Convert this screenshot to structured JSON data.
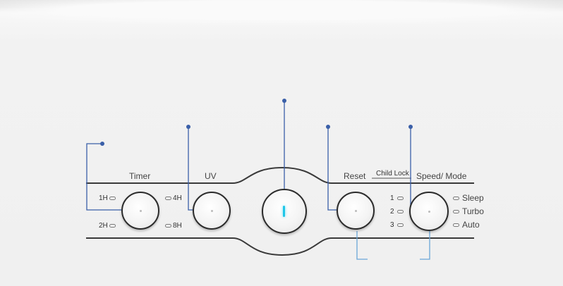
{
  "panel": {
    "timer": {
      "label": "Timer",
      "opt_1h": "1H",
      "opt_2h": "2H",
      "opt_4h": "4H",
      "opt_8h": "8H"
    },
    "uv": {
      "label": "UV"
    },
    "power": {
      "indicator_color": "#1ec6e8"
    },
    "reset": {
      "label": "Reset"
    },
    "child_lock": {
      "label": "Child Lock"
    },
    "speed_mode": {
      "label": "Speed/ Mode",
      "speeds": [
        "1",
        "2",
        "3"
      ],
      "modes": [
        "Sleep",
        "Turbo",
        "Auto"
      ]
    }
  },
  "colors": {
    "callout": "#3a5fa8",
    "callout_light": "#6aa6d8",
    "power_led": "#1ec6e8"
  }
}
